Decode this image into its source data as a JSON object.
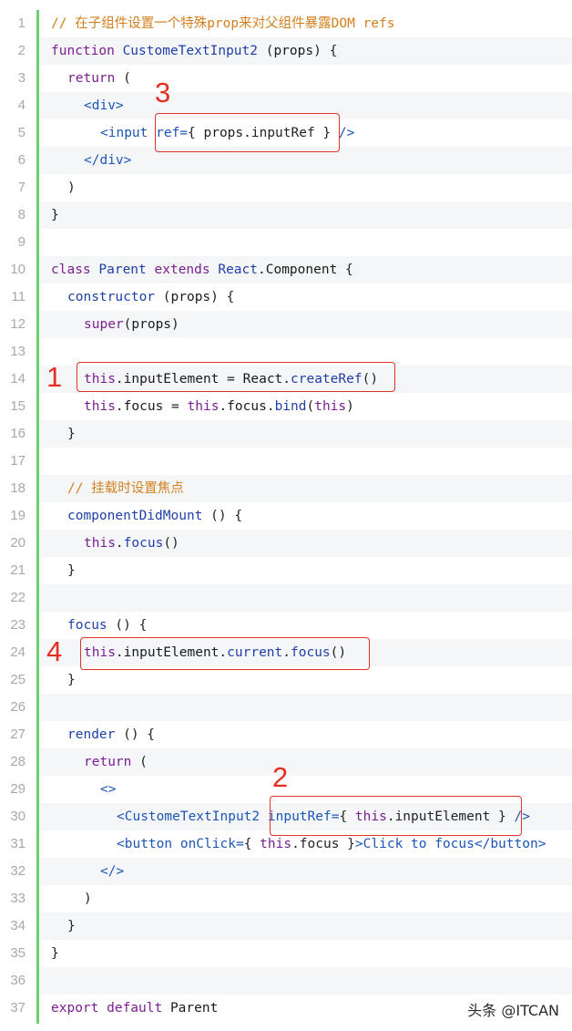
{
  "line_numbers": [
    "1",
    "2",
    "3",
    "4",
    "5",
    "6",
    "7",
    "8",
    "9",
    "10",
    "11",
    "12",
    "13",
    "14",
    "15",
    "16",
    "17",
    "18",
    "19",
    "20",
    "21",
    "22",
    "23",
    "24",
    "25",
    "26",
    "27",
    "28",
    "29",
    "30",
    "31",
    "32",
    "33",
    "34",
    "35",
    "36",
    "37"
  ],
  "lines": [
    [
      {
        "t": "// 在子组件设置一个特殊prop来对父组件暴露DOM refs",
        "c": "comment"
      }
    ],
    [
      {
        "t": "function ",
        "c": "kw"
      },
      {
        "t": "CustomeTextInput2",
        "c": "def"
      },
      {
        "t": " (",
        "c": "plain"
      },
      {
        "t": "props",
        "c": "var"
      },
      {
        "t": ") {",
        "c": "plain"
      }
    ],
    [
      {
        "t": "return",
        "c": "kw"
      },
      {
        "t": " (",
        "c": "plain"
      }
    ],
    [
      {
        "t": "<div>",
        "c": "tag"
      }
    ],
    [
      {
        "t": "<input ",
        "c": "tag"
      },
      {
        "t": "ref=",
        "c": "attr"
      },
      {
        "t": "{ props.inputRef }",
        "c": "plain"
      },
      {
        "t": " />",
        "c": "tag"
      }
    ],
    [
      {
        "t": "</div>",
        "c": "tag"
      }
    ],
    [
      {
        "t": ")",
        "c": "plain"
      }
    ],
    [
      {
        "t": "}",
        "c": "plain"
      }
    ],
    [],
    [
      {
        "t": "class ",
        "c": "kw"
      },
      {
        "t": "Parent ",
        "c": "def"
      },
      {
        "t": "extends ",
        "c": "kw"
      },
      {
        "t": "React",
        "c": "def"
      },
      {
        "t": ".",
        "c": "plain"
      },
      {
        "t": "Component",
        "c": "var"
      },
      {
        "t": " {",
        "c": "plain"
      }
    ],
    [
      {
        "t": "constructor",
        "c": "def"
      },
      {
        "t": " (",
        "c": "plain"
      },
      {
        "t": "props",
        "c": "var"
      },
      {
        "t": ") {",
        "c": "plain"
      }
    ],
    [
      {
        "t": "super",
        "c": "kw"
      },
      {
        "t": "(",
        "c": "plain"
      },
      {
        "t": "props",
        "c": "var"
      },
      {
        "t": ")",
        "c": "plain"
      }
    ],
    [],
    [
      {
        "t": "this",
        "c": "kw"
      },
      {
        "t": ".",
        "c": "plain"
      },
      {
        "t": "inputElement",
        "c": "var"
      },
      {
        "t": " = ",
        "c": "plain"
      },
      {
        "t": "React",
        "c": "var"
      },
      {
        "t": ".",
        "c": "plain"
      },
      {
        "t": "createRef",
        "c": "def"
      },
      {
        "t": "()",
        "c": "plain"
      }
    ],
    [
      {
        "t": "this",
        "c": "kw"
      },
      {
        "t": ".",
        "c": "plain"
      },
      {
        "t": "focus",
        "c": "var"
      },
      {
        "t": " = ",
        "c": "plain"
      },
      {
        "t": "this",
        "c": "kw"
      },
      {
        "t": ".",
        "c": "plain"
      },
      {
        "t": "focus",
        "c": "var"
      },
      {
        "t": ".",
        "c": "plain"
      },
      {
        "t": "bind",
        "c": "def"
      },
      {
        "t": "(",
        "c": "plain"
      },
      {
        "t": "this",
        "c": "kw"
      },
      {
        "t": ")",
        "c": "plain"
      }
    ],
    [
      {
        "t": "}",
        "c": "plain"
      }
    ],
    [],
    [
      {
        "t": "// 挂载时设置焦点",
        "c": "comment"
      }
    ],
    [
      {
        "t": "componentDidMount",
        "c": "def"
      },
      {
        "t": " () {",
        "c": "plain"
      }
    ],
    [
      {
        "t": "this",
        "c": "kw"
      },
      {
        "t": ".",
        "c": "plain"
      },
      {
        "t": "focus",
        "c": "def"
      },
      {
        "t": "()",
        "c": "plain"
      }
    ],
    [
      {
        "t": "}",
        "c": "plain"
      }
    ],
    [],
    [
      {
        "t": "focus",
        "c": "def"
      },
      {
        "t": " () {",
        "c": "plain"
      }
    ],
    [
      {
        "t": "this",
        "c": "kw"
      },
      {
        "t": ".",
        "c": "plain"
      },
      {
        "t": "inputElement",
        "c": "var"
      },
      {
        "t": ".",
        "c": "plain"
      },
      {
        "t": "current",
        "c": "def"
      },
      {
        "t": ".",
        "c": "plain"
      },
      {
        "t": "focus",
        "c": "def"
      },
      {
        "t": "()",
        "c": "plain"
      }
    ],
    [
      {
        "t": "}",
        "c": "plain"
      }
    ],
    [],
    [
      {
        "t": "render",
        "c": "def"
      },
      {
        "t": " () {",
        "c": "plain"
      }
    ],
    [
      {
        "t": "return",
        "c": "kw"
      },
      {
        "t": " (",
        "c": "plain"
      }
    ],
    [
      {
        "t": "<>",
        "c": "tag"
      }
    ],
    [
      {
        "t": "<CustomeTextInput2 ",
        "c": "tag"
      },
      {
        "t": "inputRef=",
        "c": "attr"
      },
      {
        "t": "{ ",
        "c": "plain"
      },
      {
        "t": "this",
        "c": "kw"
      },
      {
        "t": ".inputElement }",
        "c": "plain"
      },
      {
        "t": " />",
        "c": "tag"
      }
    ],
    [
      {
        "t": "<button ",
        "c": "tag"
      },
      {
        "t": "onClick=",
        "c": "attr"
      },
      {
        "t": "{ ",
        "c": "plain"
      },
      {
        "t": "this",
        "c": "kw"
      },
      {
        "t": ".focus }",
        "c": "plain"
      },
      {
        "t": ">Click to focus</button>",
        "c": "tag"
      }
    ],
    [
      {
        "t": "</>",
        "c": "tag"
      }
    ],
    [
      {
        "t": ")",
        "c": "plain"
      }
    ],
    [
      {
        "t": "}",
        "c": "plain"
      }
    ],
    [
      {
        "t": "}",
        "c": "plain"
      }
    ],
    [],
    [
      {
        "t": "export ",
        "c": "kw"
      },
      {
        "t": "default ",
        "c": "kw"
      },
      {
        "t": "Parent",
        "c": "var"
      }
    ]
  ],
  "markers": [
    "1",
    "2",
    "3",
    "4"
  ],
  "watermark": "头条 @ITCAN",
  "colors": {
    "gutter_bar": "#6bd26b",
    "annotation": "#e0342b",
    "comment": "#d2801f",
    "keyword": "#7a1f8f",
    "definition": "#1f3fa8",
    "tag": "#1b55b8"
  }
}
